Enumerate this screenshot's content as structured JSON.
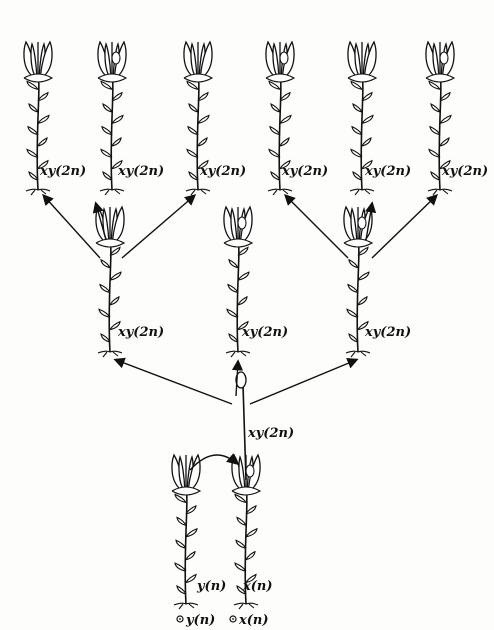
{
  "labels": {
    "top_row": [
      "xy(2n)",
      "xy(2n)",
      "xy(2n)",
      "xy(2n)",
      "xy(2n)",
      "xy(2n)"
    ],
    "middle_row": [
      "xy(2n)",
      "xy(2n)",
      "xy(2n)"
    ],
    "seedling": "xy(2n)",
    "parent_y": "y(n)",
    "parent_x": "x(n)",
    "spore_y": "y(n)",
    "spore_x": "x(n)"
  }
}
